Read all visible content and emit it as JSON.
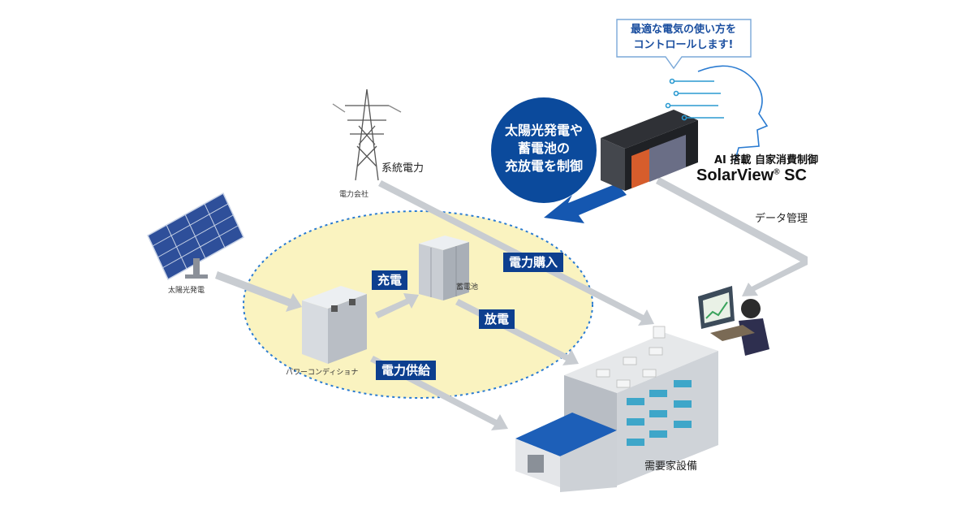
{
  "labels": {
    "power_company": "電力会社",
    "grid_power": "系統電力",
    "solar": "太陽光発電",
    "power_conditioner": "パワーコンディショナ",
    "storage_battery": "蓄電池",
    "facility": "需要家設備",
    "data_management": "データ管理"
  },
  "tags": {
    "charge": "充電",
    "discharge": "放電",
    "purchase": "電力購入",
    "supply": "電力供給"
  },
  "bubble": {
    "line1": "太陽光発電や",
    "line2": "蓄電池の",
    "line3": "充放電を制御"
  },
  "callout": {
    "line1": "最適な電気の使い方を",
    "line2": "コントロールします!"
  },
  "product": {
    "subtitle": "AI 搭載 自家消費制御",
    "name": "SolarView",
    "reg": "®",
    "suffix": "SC"
  },
  "colors": {
    "tag_bg": "#0d3f8f",
    "bubble_bg": "#0b4a9c",
    "ellipse_fill": "#faf3c0",
    "ellipse_stroke": "#2a7bd1",
    "arrow_gray": "#c8ccd1",
    "roof_blue": "#1d5fb8"
  }
}
